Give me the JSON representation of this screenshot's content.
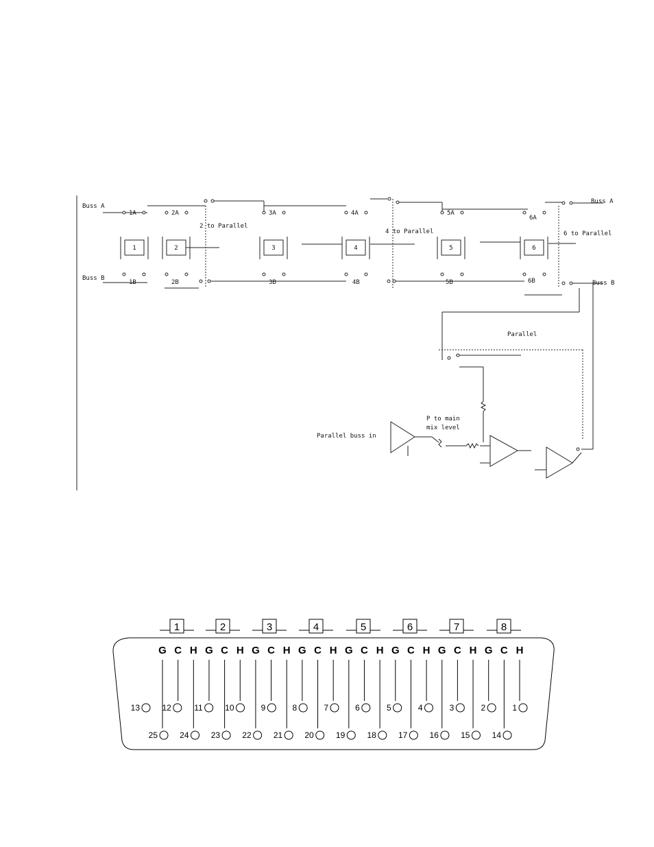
{
  "schematic": {
    "labels": {
      "buss_a_in": "Buss A",
      "buss_b_in": "Buss B",
      "buss_a_out": "Buss A",
      "buss_b_out": "Buss B",
      "two_to_parallel": "2 to Parallel",
      "four_to_parallel": "4 to Parallel",
      "six_to_parallel": "6 to Parallel",
      "parallel": "Parallel",
      "parallel_buss_in": "Parallel buss in",
      "p_to_main_line1": "P to main",
      "p_to_main_line2": "mix level"
    },
    "blocks": [
      "1",
      "2",
      "3",
      "4",
      "5",
      "6"
    ],
    "top_labels": [
      "1A",
      "2A",
      "3A",
      "4A",
      "5A",
      "6A"
    ],
    "bottom_labels": [
      "1B",
      "2B",
      "3B",
      "4B",
      "5B",
      "6B"
    ]
  },
  "connector": {
    "groups": [
      "1",
      "2",
      "3",
      "4",
      "5",
      "6",
      "7",
      "8"
    ],
    "letters": [
      "G",
      "C",
      "H",
      "G",
      "C",
      "H",
      "G",
      "C",
      "H",
      "G",
      "C",
      "H",
      "G",
      "C",
      "H",
      "G",
      "C",
      "H",
      "G",
      "C",
      "H",
      "G",
      "C",
      "H"
    ],
    "top_pins": [
      "13",
      "12",
      "11",
      "10",
      "9",
      "8",
      "7",
      "6",
      "5",
      "4",
      "3",
      "2",
      "1"
    ],
    "bottom_pins": [
      "25",
      "24",
      "23",
      "22",
      "21",
      "20",
      "19",
      "18",
      "17",
      "16",
      "15",
      "14"
    ]
  }
}
